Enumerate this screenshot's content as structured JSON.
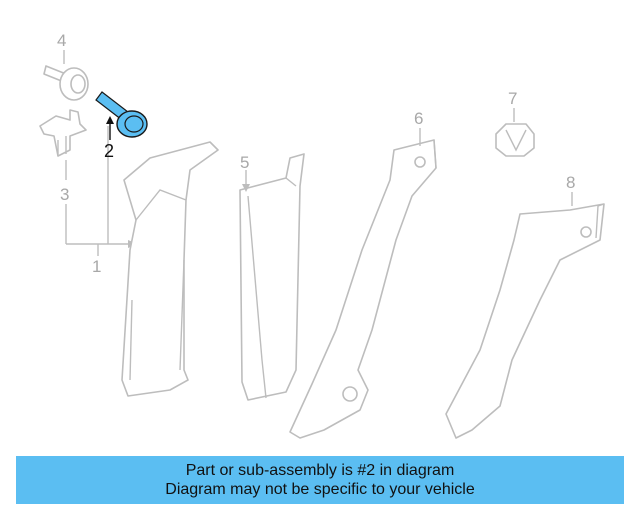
{
  "callouts": {
    "c1": "1",
    "c2": "2",
    "c3": "3",
    "c4": "4",
    "c5": "5",
    "c6": "6",
    "c7": "7",
    "c8": "8"
  },
  "banner": {
    "line1": "Part or sub-assembly is #2 in diagram",
    "line2": "Diagram may not be specific to your vehicle"
  },
  "colors": {
    "highlight_part": "#5bbef2",
    "banner_bg": "#5bbef2",
    "part_outline": "#bdbdbd"
  }
}
